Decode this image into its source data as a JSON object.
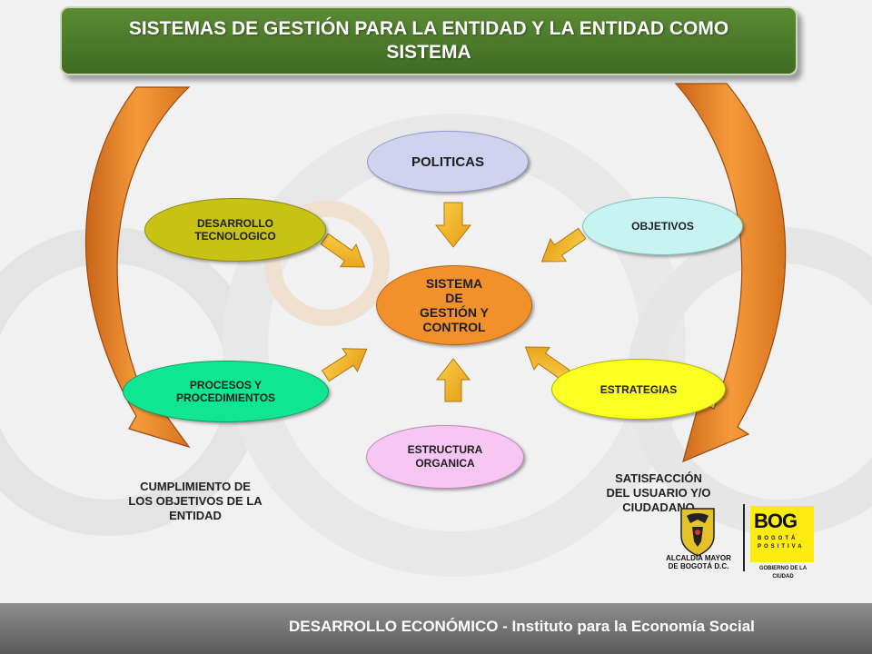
{
  "title": "SISTEMAS DE GESTIÓN PARA LA ENTIDAD Y  LA ENTIDAD COMO SISTEMA",
  "nodes": {
    "politicas": "POLITICAS",
    "desarrollo": "DESARROLLO\nTECNOLOGICO",
    "objetivos": "OBJETIVOS",
    "sistema": "SISTEMA\nDE\nGESTIÓN Y\nCONTROL",
    "procesos": "PROCESOS Y\nPROCEDIMIENTOS",
    "estrategias": "ESTRATEGIAS",
    "estructura": "ESTRUCTURA\nORGANICA"
  },
  "captions": {
    "cumplimiento": "CUMPLIMIENTO DE\nLOS OBJETIVOS DE LA\nENTIDAD",
    "satisfaccion": "SATISFACCIÓN\nDEL USUARIO Y/O\nCIUDADANO"
  },
  "logos": {
    "alcaldia": "ALCALDÍA MAYOR\nDE BOGOTÁ D.C.",
    "bog": "BOG",
    "bog_sub1": "BOGOTÁ",
    "bog_sub2": "POSITIVA",
    "gobierno": "GOBIERNO DE LA CIUDAD"
  },
  "footer": "DESARROLLO ECONÓMICO - Instituto para la Economía Social",
  "colors": {
    "title_bg": "#4a7a2a",
    "curve_arrows": "#e8862a",
    "small_arrows": "#f7b81c",
    "politicas": "#cfd3ef",
    "desarrollo": "#c8c214",
    "objetivos": "#c7f3f1",
    "sistema": "#f2902b",
    "procesos": "#10e692",
    "estrategias": "#faff21",
    "estructura": "#f7c6f3"
  }
}
